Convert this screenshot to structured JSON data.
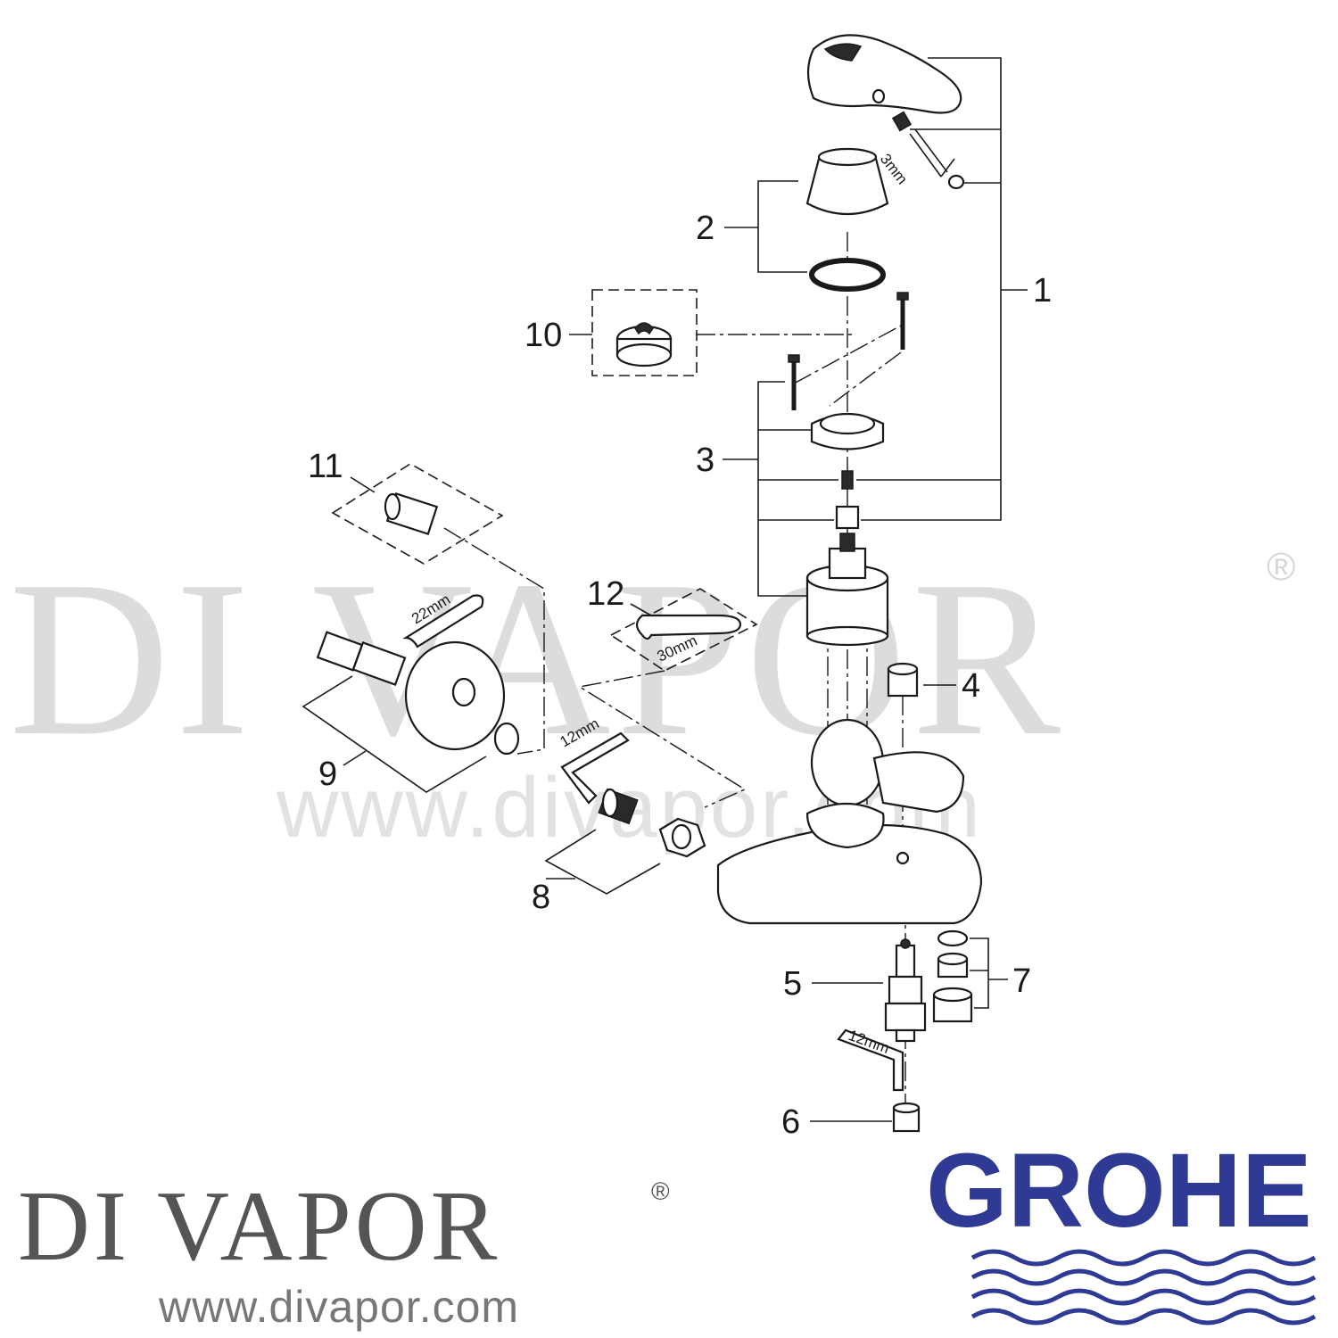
{
  "watermark": {
    "brand": "DI VAPOR",
    "registered": "®",
    "url": "www.divapor.com"
  },
  "footer": {
    "brand": "DI VAPOR",
    "registered": "®",
    "url": "www.divapor.com",
    "manufacturer": "GROHE",
    "manufacturer_color": "#2e3a93"
  },
  "callouts": {
    "p1": "1",
    "p2": "2",
    "p3": "3",
    "p4": "4",
    "p5": "5",
    "p6": "6",
    "p7": "7",
    "p8": "8",
    "p9": "9",
    "p10": "10",
    "p11": "11",
    "p12": "12"
  },
  "tool_sizes": {
    "hex_key_handle": "3mm",
    "spanner_small": "22mm",
    "spanner_large": "30mm",
    "hex_key_union": "12mm",
    "hex_key_bottom": "12mm"
  }
}
